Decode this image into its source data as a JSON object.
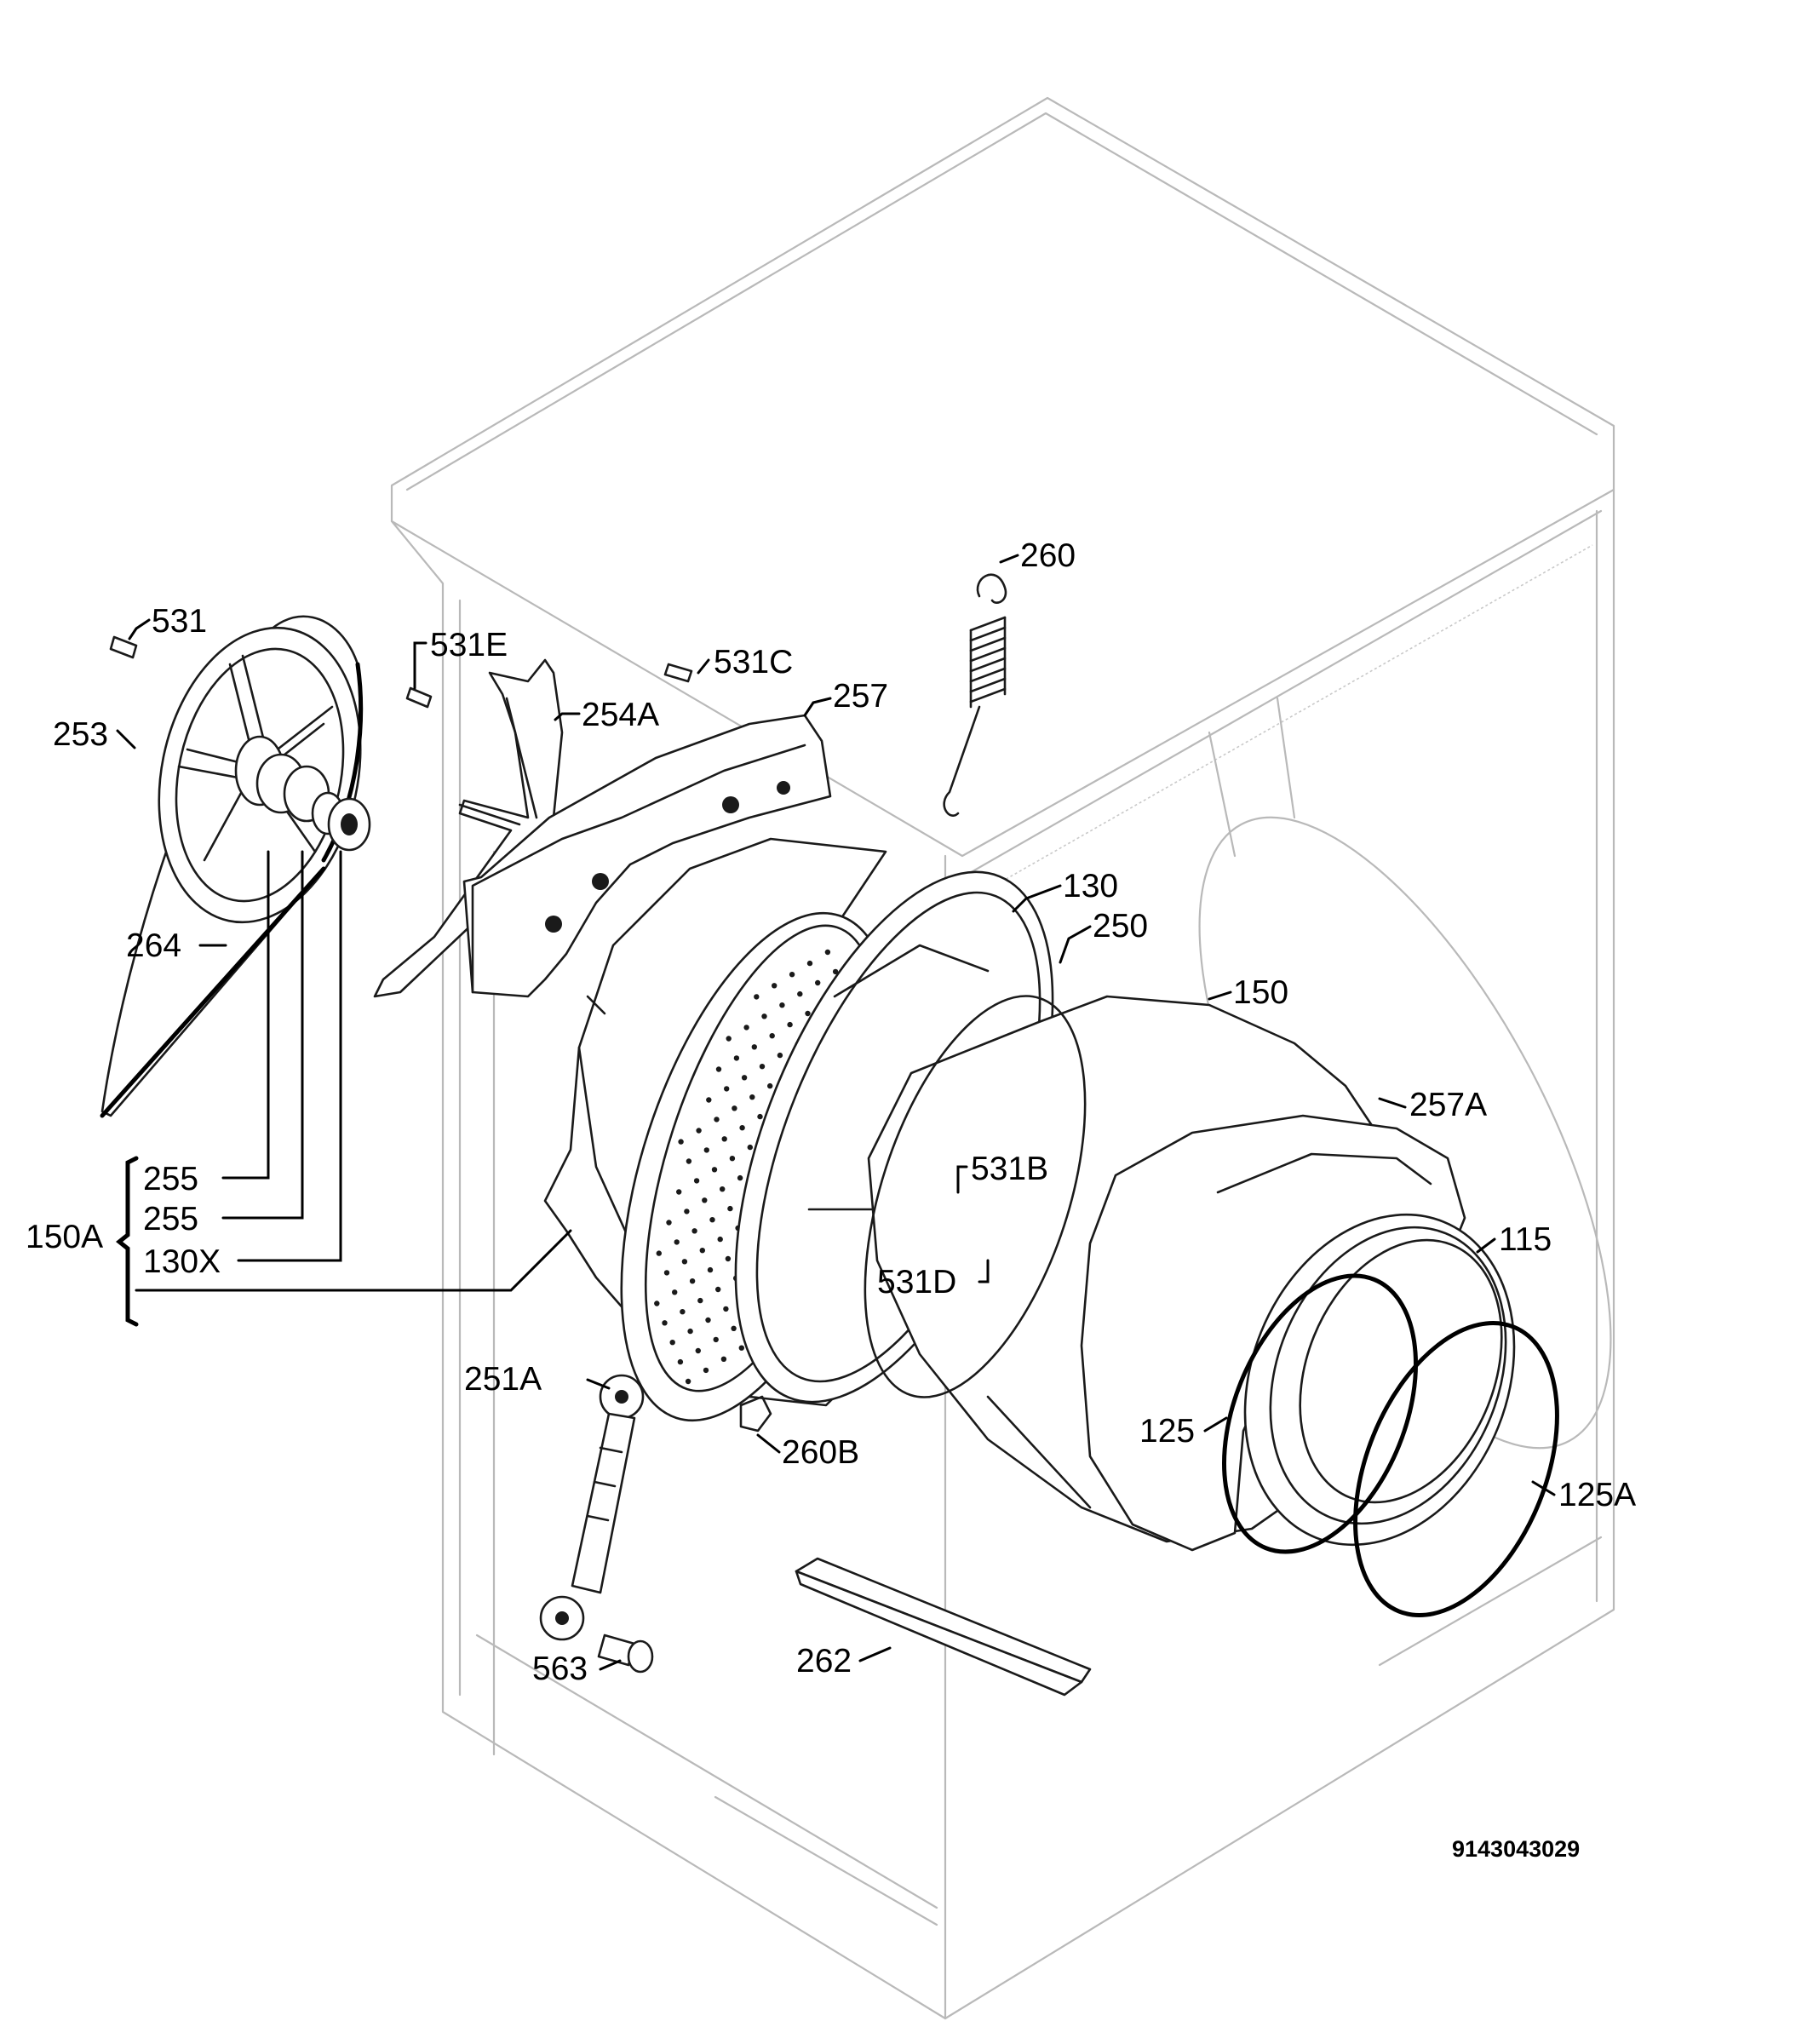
{
  "diagram": {
    "document_number": "9143043029",
    "group_label": "150A",
    "callouts": [
      "531",
      "253",
      "264",
      "531E",
      "254A",
      "531C",
      "257",
      "260",
      "130",
      "250",
      "150",
      "257A",
      "115",
      "531B",
      "531D",
      "125",
      "125A",
      "251A",
      "260B",
      "262",
      "563",
      "255",
      "255",
      "130X"
    ]
  }
}
